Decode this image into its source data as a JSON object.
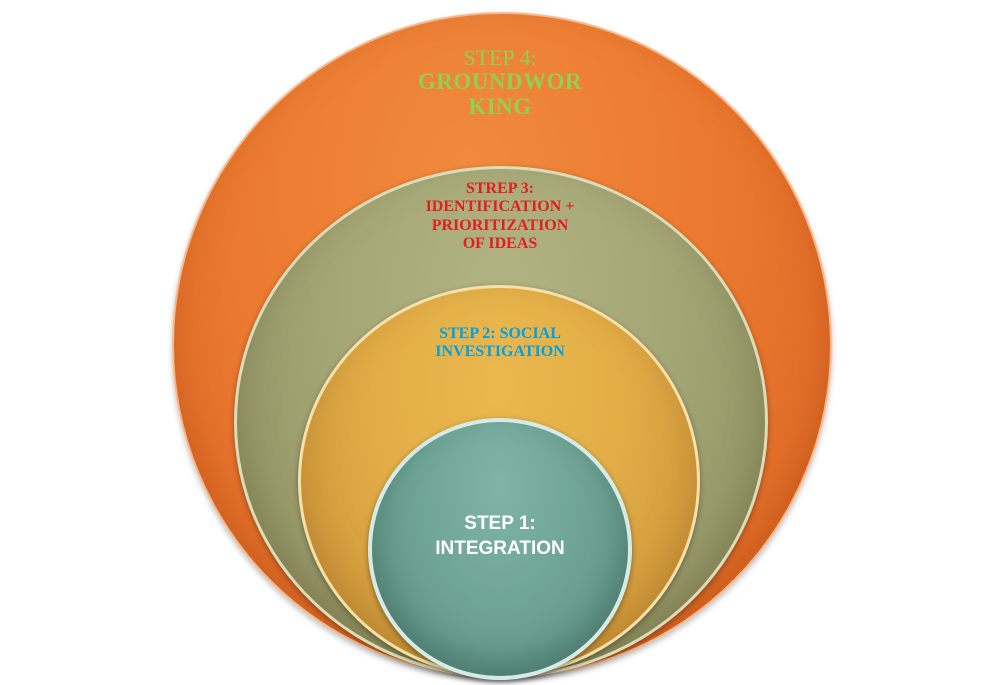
{
  "diagram": {
    "steps": [
      {
        "id": "step4",
        "lines": [
          "STEP 4:",
          "GROUNDWOR",
          "KING"
        ],
        "color": "#92d050"
      },
      {
        "id": "step3",
        "lines": [
          "STREP 3:",
          "IDENTIFICATION +",
          "PRIORITIZATION",
          "OF IDEAS"
        ],
        "color": "#e41e1e"
      },
      {
        "id": "step2",
        "lines": [
          "STEP 2: SOCIAL",
          "INVESTIGATION"
        ],
        "color": "#00a0e4"
      },
      {
        "id": "step1",
        "lines": [
          "STEP 1:",
          "INTEGRATION"
        ],
        "color": "#ffffff"
      }
    ],
    "fill_colors": {
      "step4": "#ec7a30",
      "step3": "#a5a676",
      "step2": "#e2ad46",
      "step1": "#6fa596"
    }
  }
}
